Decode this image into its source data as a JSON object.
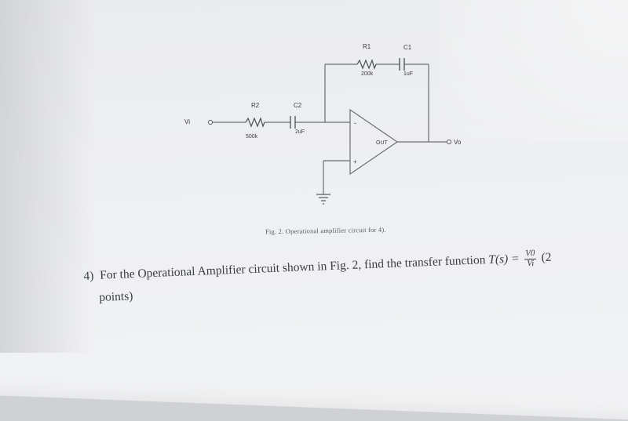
{
  "circuit": {
    "r1": {
      "name": "R1",
      "value": "200k"
    },
    "c1": {
      "name": "C1",
      "value": "1uF"
    },
    "r2": {
      "name": "R2",
      "value": "500k"
    },
    "c2": {
      "name": "C2",
      "value": "2uF"
    },
    "input_label": "Vi",
    "output_label": "Vo",
    "opamp_out_label": "OUT",
    "minus_sign": "-",
    "plus_sign": "+"
  },
  "caption": "Fig. 2.   Operational amplifier circuit for 4).",
  "question": {
    "number": "4)",
    "text": "For the Operational Amplifier circuit shown in Fig. 2, find the transfer function",
    "function": "T(s) =",
    "numerator": "V0",
    "denominator": "Vi",
    "points_open": "(2",
    "points_close": "points)"
  },
  "colors": {
    "ink": "#3a3c42",
    "wire": "#6b6e75",
    "paper": "#eeeff1"
  }
}
